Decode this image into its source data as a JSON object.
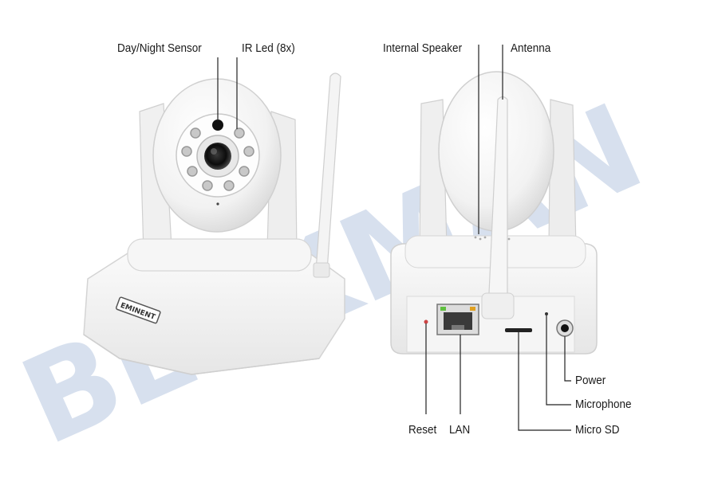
{
  "labels": {
    "day_night_sensor": "Day/Night Sensor",
    "ir_led": "IR Led (8x)",
    "internal_speaker": "Internal Speaker",
    "antenna": "Antenna",
    "power": "Power",
    "microphone": "Microphone",
    "micro_sd": "Micro SD",
    "reset": "Reset",
    "lan": "LAN"
  },
  "brand_badge": "EMINENT",
  "watermark": "BEEKMAN",
  "colors": {
    "watermark": "#c9d6e8",
    "device_body": "#f7f7f7",
    "device_shade": "#dcdcdc",
    "leader_line": "#222222",
    "lan_led_green": "#5fbf3f",
    "lan_led_amber": "#e0a020"
  }
}
